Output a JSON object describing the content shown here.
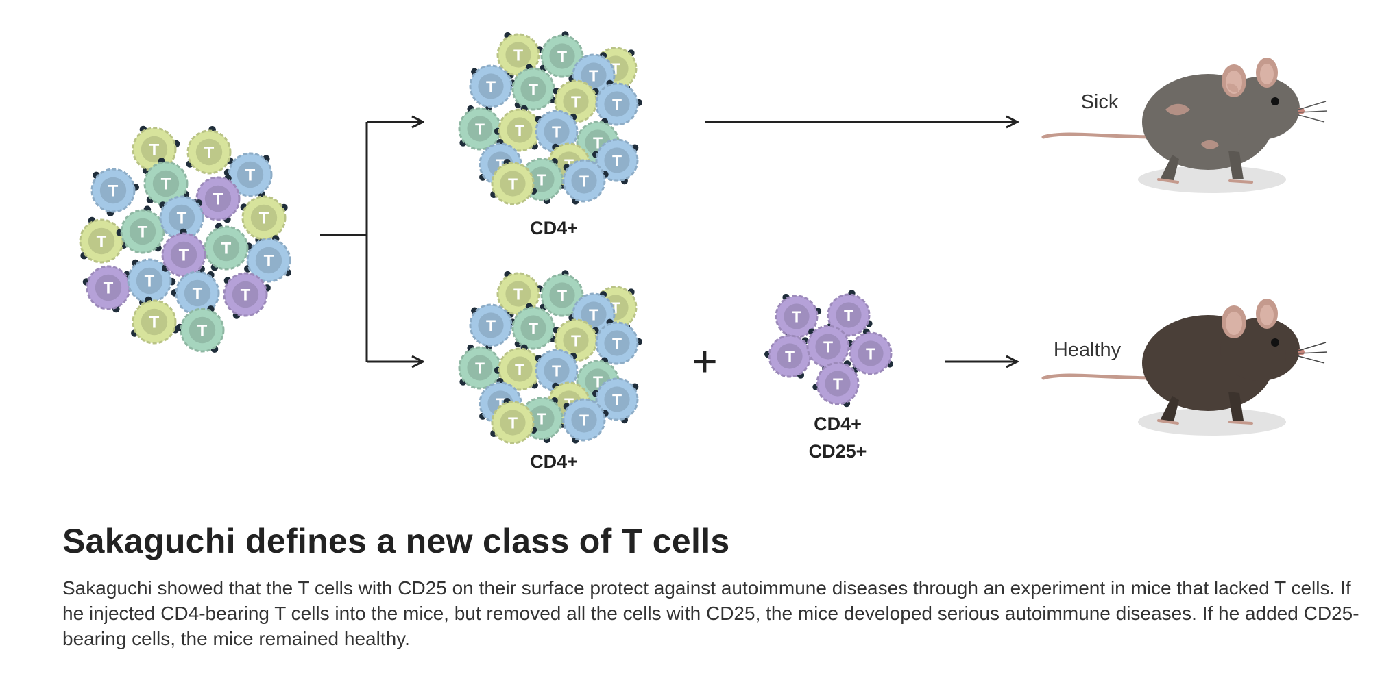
{
  "diagram": {
    "labels": {
      "cd4_top": "CD4+",
      "cd4_bottom": "CD4+",
      "cd25_line1": "CD4+",
      "cd25_line2": "CD25+",
      "sick": "Sick",
      "healthy": "Healthy",
      "plus": "+",
      "cell_letter": "T"
    },
    "colors": {
      "cell_green": "#d7e39c",
      "cell_teal": "#a6d5be",
      "cell_blue": "#a4c8e6",
      "cell_purple": "#b5a1d8",
      "receptor": "#1f2d3a",
      "arrow": "#222222",
      "mouse_sick": "#6e6a65",
      "mouse_healthy": "#4a3f38"
    }
  },
  "caption": {
    "title": "Sakaguchi defines a new class of T cells",
    "body": "Sakaguchi showed that the T cells with CD25 on their surface protect against autoimmune diseases through an experiment in mice that lacked T cells. If he injected CD4-bearing T cells into the mice, but removed all the cells with CD25, the mice developed serious autoimmune diseases. If he added CD25-bearing cells, the mice remained healthy."
  }
}
